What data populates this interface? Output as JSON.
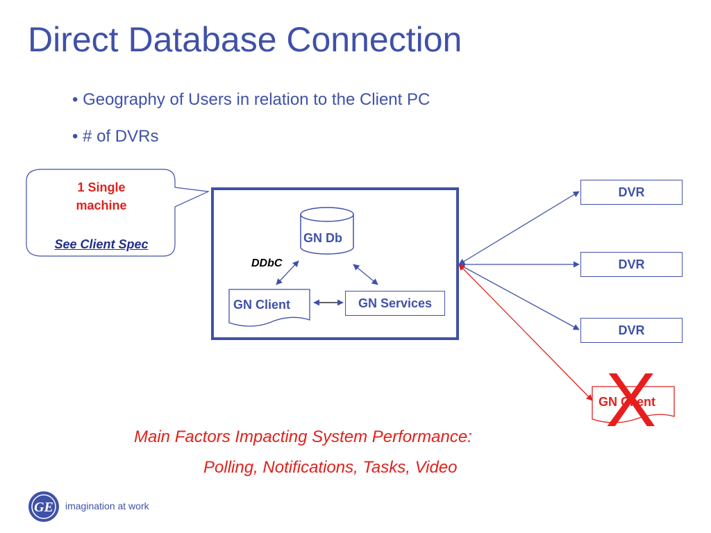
{
  "slide": {
    "title": "Direct Database Connection",
    "bullets": [
      "• Geography of Users in relation to the Client PC",
      "•  # of DVRs"
    ]
  },
  "callout": {
    "line1": "1 Single",
    "line2": "machine",
    "link_text": "See Client Spec"
  },
  "diagram": {
    "gn_db": "GN Db",
    "ddbc": "DDbC",
    "gn_client": "GN Client",
    "gn_services": "GN Services",
    "dvrs": [
      "DVR",
      "DVR",
      "DVR"
    ],
    "remote_client": "GN Client",
    "x_mark": "X"
  },
  "factors": {
    "title": "Main Factors Impacting System Performance:",
    "list": "Polling, Notifications, Tasks, Video"
  },
  "footer": {
    "logo": "GE",
    "tagline": "imagination at work"
  },
  "colors": {
    "primary_blue": "#3F51A8",
    "red": "#E0201B"
  }
}
